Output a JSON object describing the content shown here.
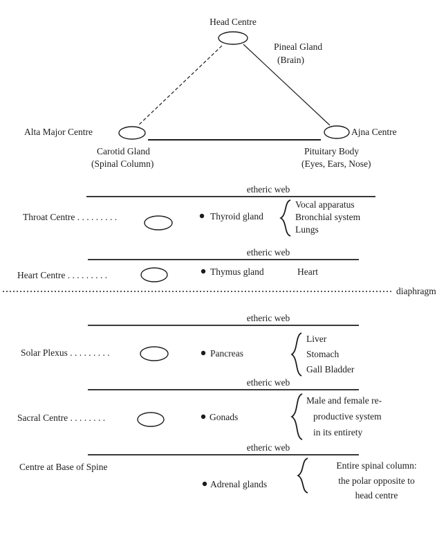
{
  "colors": {
    "ink": "#1c1c1c",
    "bg": "#ffffff"
  },
  "top": {
    "head_centre": "Head Centre",
    "pineal_gland": "Pineal Gland",
    "pineal_sub": "(Brain)",
    "alta_major": "Alta Major Centre",
    "carotid_gland": "Carotid Gland",
    "carotid_sub": "(Spinal Column)",
    "ajna": "Ajna Centre",
    "pituitary": "Pituitary Body",
    "pituitary_sub": "(Eyes, Ears, Nose)"
  },
  "labels": {
    "etheric_web": "etheric web",
    "diaphragm": "diaphragm",
    "brace": "{"
  },
  "rows": [
    {
      "centre": "Throat Centre",
      "leader": ". . . . . . . . .",
      "gland": "Thyroid gland",
      "organs": [
        "Vocal apparatus",
        "Bronchial system",
        "Lungs"
      ]
    },
    {
      "centre": "Heart Centre",
      "leader": ". . . . . . . . .",
      "gland": "Thymus gland",
      "organs": [
        "Heart"
      ]
    },
    {
      "centre": "Solar Plexus",
      "leader": ". . . . . . . . .",
      "gland": "Pancreas",
      "organs": [
        "Liver",
        "Stomach",
        "Gall Bladder"
      ]
    },
    {
      "centre": "Sacral Centre",
      "leader": ". . . . . . . .",
      "gland": "Gonads",
      "organs": [
        "Male and female re-",
        "productive system",
        "in its entirety"
      ]
    },
    {
      "centre": "Centre at Base of Spine",
      "leader": "",
      "gland": "Adrenal glands",
      "organs": [
        "Entire spinal column:",
        "the polar opposite to",
        "head centre"
      ]
    }
  ]
}
